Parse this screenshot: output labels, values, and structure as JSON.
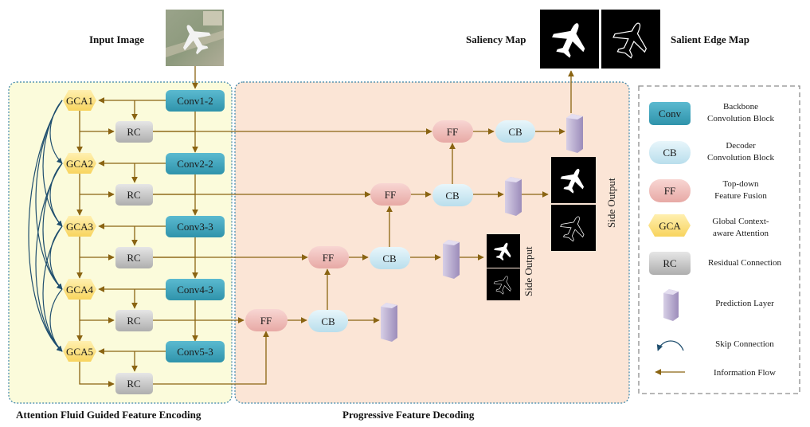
{
  "title_input": "Input Image",
  "title_saliency": "Saliency Map",
  "title_edge": "Salient Edge Map",
  "section_encoder": "Attention Fluid Guided Feature Encoding",
  "section_decoder": "Progressive Feature Decoding",
  "side_output": "Side Output",
  "blocks": {
    "gca": [
      "GCA1",
      "GCA2",
      "GCA3",
      "GCA4",
      "GCA5"
    ],
    "conv": [
      "Conv1-2",
      "Conv2-2",
      "Conv3-3",
      "Conv4-3",
      "Conv5-3"
    ],
    "rc": "RC",
    "ff": "FF",
    "cb": "CB"
  },
  "legend": {
    "conv_tag": "Conv",
    "conv_text": [
      "Backbone",
      "Convolution Block"
    ],
    "cb_tag": "CB",
    "cb_text": [
      "Decoder",
      "Convolution Block"
    ],
    "ff_tag": "FF",
    "ff_text": [
      "Top-down",
      "Feature Fusion"
    ],
    "gca_tag": "GCA",
    "gca_text": [
      "Global Context-",
      "aware Attention"
    ],
    "rc_tag": "RC",
    "rc_text": "Residual Connection",
    "pred_text": "Prediction Layer",
    "skip_text": "Skip Connection",
    "flow_text": "Information Flow"
  },
  "colors": {
    "encoder_bg": "#fbfbdb",
    "decoder_bg": "#fbe5d6",
    "conv": "#3ea4bb",
    "cb": "#cfe9f3",
    "ff": "#f1c0bd",
    "gca": "#fde38a",
    "rc": "#c9c9c9",
    "flow": "#8a6412",
    "skip": "#1f4e6e",
    "pred": "#b3a4cc"
  }
}
